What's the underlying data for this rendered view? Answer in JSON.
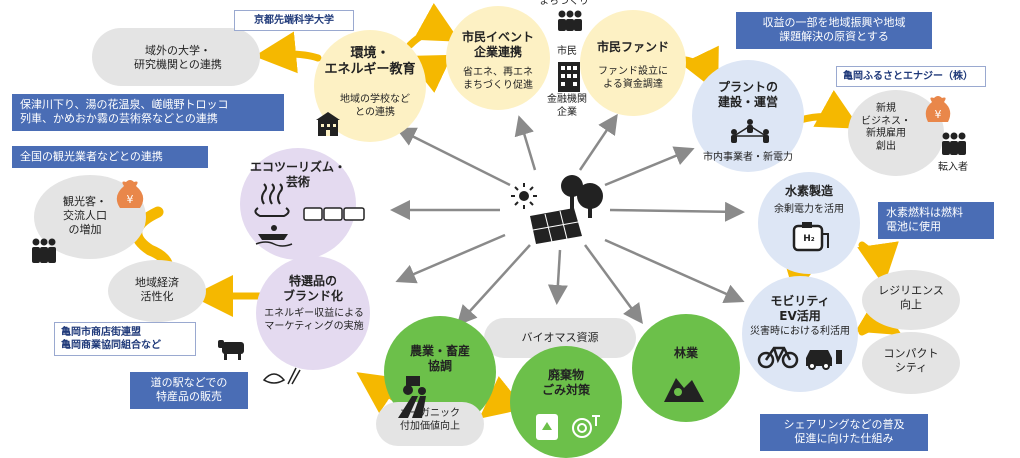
{
  "top_caption": "まちづくり",
  "nodes": {
    "env_edu": {
      "title": "環境・\nエネルギー教育",
      "sub": "地域の学校など\nとの連携"
    },
    "citizen_event": {
      "title": "市民イベント\n企業連携",
      "sub": "省エネ、再エネ\nまちづくり促進"
    },
    "citizen_fund": {
      "title": "市民ファンド",
      "sub": "ファンド設立に\nよる資金調達"
    },
    "plant": {
      "title": "プラントの\n建設・運営",
      "sub": "市内事業者・新電力"
    },
    "hydrogen": {
      "title": "水素製造",
      "sub": "余剰電力を活用"
    },
    "mobility": {
      "title": "モビリティ\nEV活用",
      "sub": "災害時における利活用"
    },
    "ecotour": {
      "title": "エコツーリズム・\n芸術"
    },
    "brand": {
      "title": "特選品の\nブランド化",
      "sub": "エネルギー収益による\nマーケティングの実施"
    },
    "agri": {
      "title": "農業・畜産\n協調"
    },
    "waste": {
      "title": "廃棄物\nごみ対策"
    },
    "forestry": {
      "title": "林業"
    }
  },
  "grey_nodes": {
    "univ": "域外の大学・\n研究機関との連携",
    "tourists": "観光客・\n交流人口\nの増加",
    "economy": "地域経済\n活性化",
    "new_biz": "新規\nビジネス・\n新規雇用\n創出",
    "resilience": "レジリエンス\n向上",
    "compact": "コンパクト\nシティ",
    "organic": "オーガニック\n付加価値向上",
    "biomass": "バイオマス資源"
  },
  "icon_labels": {
    "citizen": "市民",
    "finance": "金融機関\n企業",
    "migrants": "転入者",
    "h2": "H₂",
    "yen": "¥"
  },
  "blue_tags": {
    "revenue": "収益の一部を地域振興や地域\n課題解決の原資とする",
    "tourism_links": "保津川下り、湯の花温泉、嵯峨野トロッコ\n列車、かめおか霧の芸術祭などとの連携",
    "tourism_national": "全国の観光業者などとの連携",
    "hydrogen_fuel": "水素燃料は燃料\n電池に使用",
    "roadside": "道の駅などでの\n特産品の販売",
    "sharing": "シェアリングなどの普及\n促進に向けた仕組み"
  },
  "white_tags": {
    "kyoto_univ": "京都先端科学大学",
    "kameoka_energy": "亀岡ふるさとエナジー（株）",
    "shops": "亀岡市商店街連盟\n亀岡商業協同組合など"
  },
  "colors": {
    "yellow": "#fdf1c4",
    "blue": "#dde6f5",
    "purple": "#e4daf0",
    "grey": "#e4e4e4",
    "green": "#6cc04a",
    "tag_blue": "#4a6db5",
    "arrow_orange": "#f5b800",
    "arrow_grey": "#8a8a8a"
  }
}
